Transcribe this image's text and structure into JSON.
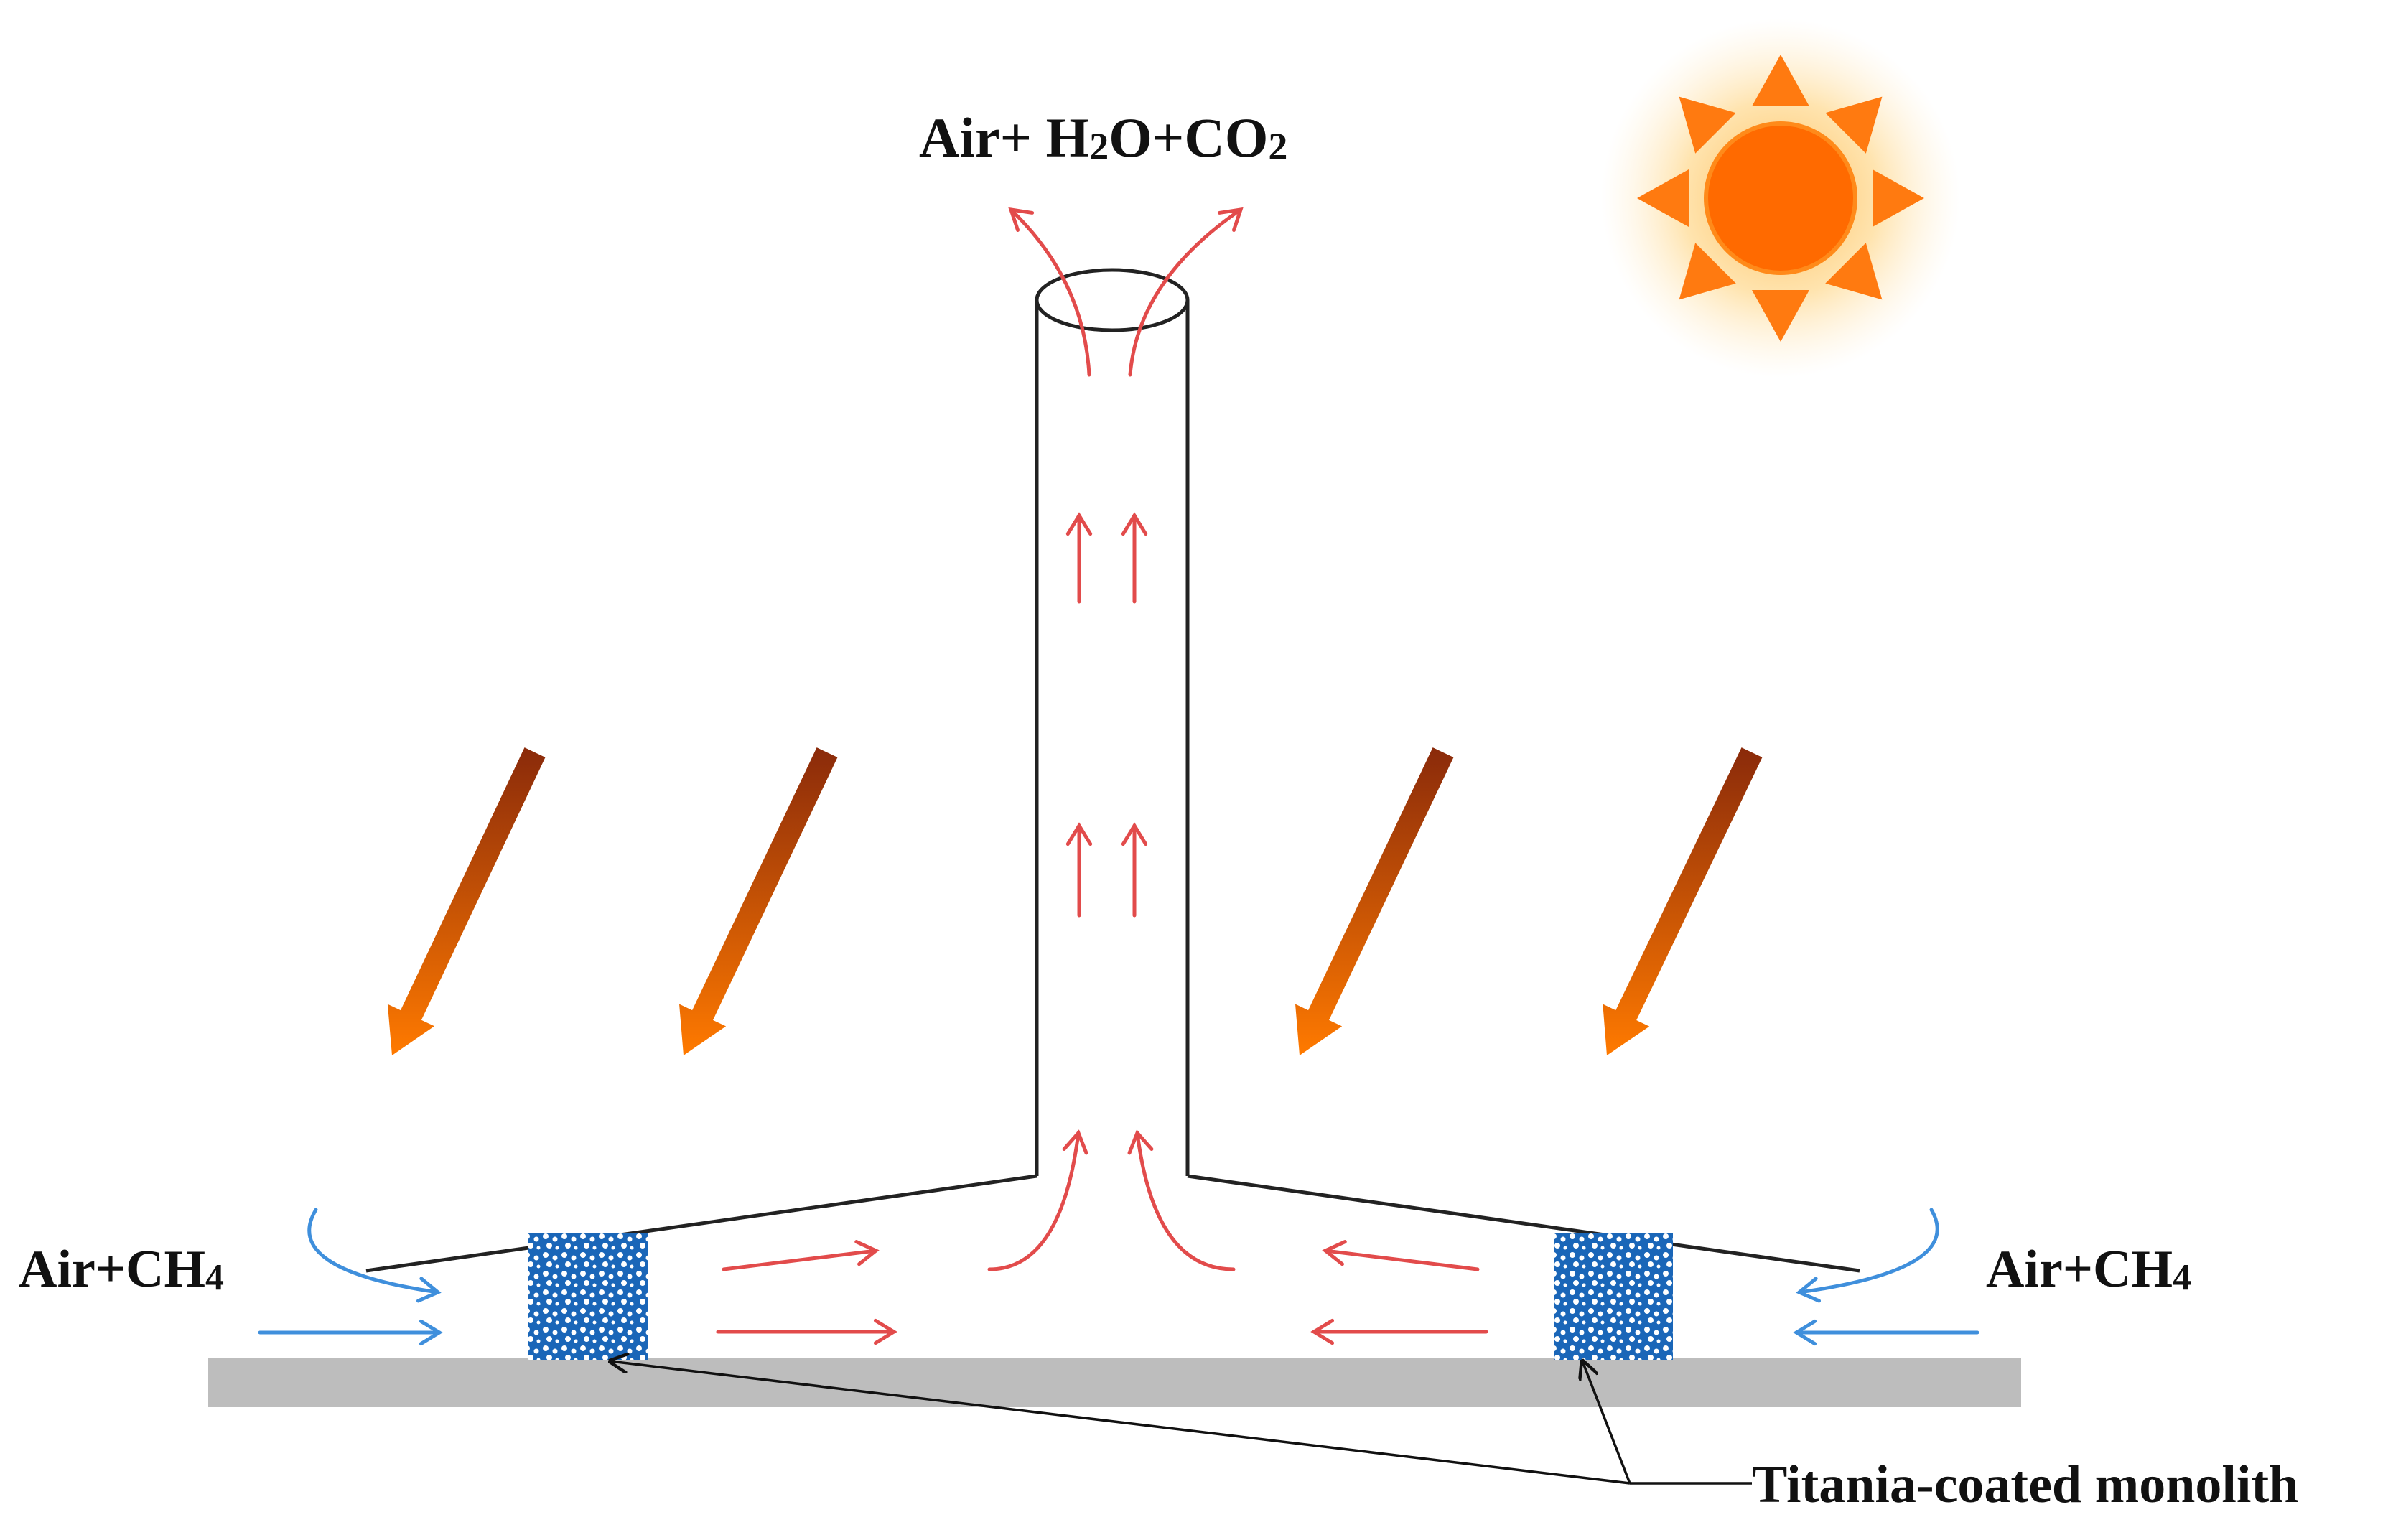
{
  "labels": {
    "outlet": {
      "base1": "Air+ H",
      "sub1": "2",
      "base2": "O+CO",
      "sub2": "2"
    },
    "inlet_left": {
      "base": "Air+CH",
      "sub": "4"
    },
    "inlet_right": {
      "base": "Air+CH",
      "sub": "4"
    },
    "monolith": "Titania-coated monolith"
  },
  "colors": {
    "flow_arrow": "#e24b4b",
    "inlet_arrow": "#3f8fdc",
    "sun_core": "#ff6a00",
    "sun_ray": "#ff7a10",
    "sun_glow": "#ffd27a",
    "light_ray_start": "#8a2a0a",
    "light_ray_end": "#ff7a00",
    "ground": "#bdbdbd",
    "monolith": "#1a66b8"
  },
  "icons": {
    "sun": "sun-icon",
    "light_ray": "light-ray-arrow"
  }
}
